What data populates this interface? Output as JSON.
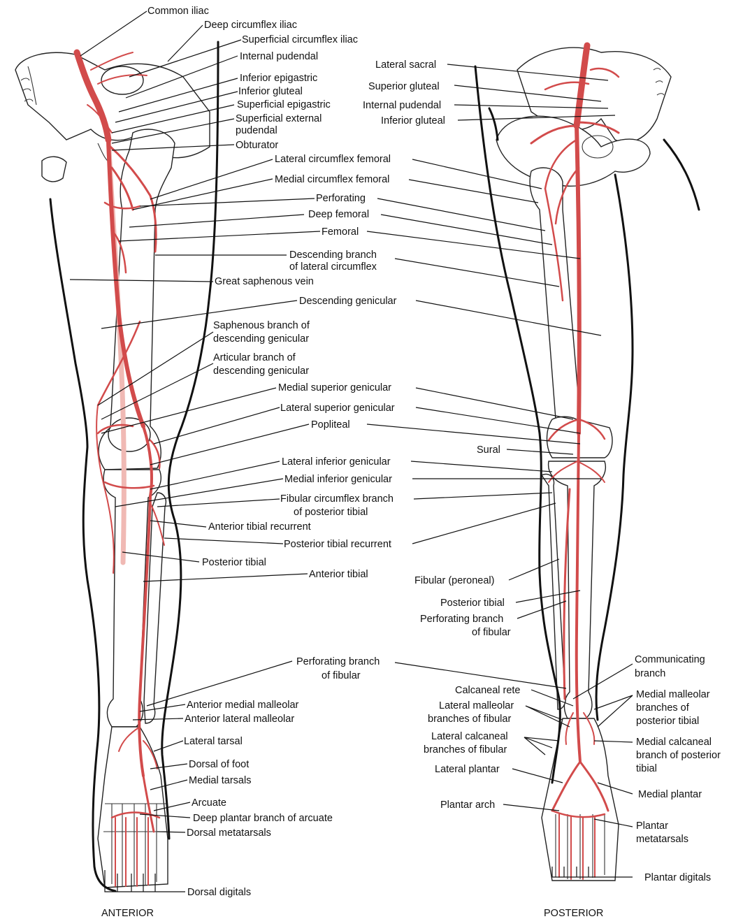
{
  "colors": {
    "artery": "#d24b4b",
    "vein": "#f0b9b4",
    "ink": "#111111"
  },
  "views": {
    "anterior": "ANTERIOR",
    "posterior": "POSTERIOR"
  },
  "anterior_labels": {
    "common_iliac": "Common iliac",
    "deep_circumflex_iliac": "Deep circumflex iliac",
    "superficial_circumflex_iliac": "Superficial circumflex iliac",
    "internal_pudendal": "Internal pudendal",
    "inferior_epigastric": "Inferior epigastric",
    "inferior_gluteal": "Inferior gluteal",
    "superficial_epigastric": "Superficial epigastric",
    "superficial_external_pudendal_1": "Superficial external",
    "superficial_external_pudendal_2": "pudendal",
    "obturator": "Obturator",
    "lateral_circumflex_femoral": "Lateral circumflex femoral",
    "medial_circumflex_femoral": "Medial circumflex femoral",
    "perforating": "Perforating",
    "deep_femoral": "Deep femoral",
    "femoral": "Femoral",
    "descending_branch_1": "Descending branch",
    "descending_branch_2": "of lateral circumflex",
    "great_saphenous_vein": "Great saphenous vein",
    "descending_genicular": "Descending genicular",
    "saphenous_branch_1": "Saphenous branch of",
    "saphenous_branch_2": "descending genicular",
    "articular_branch_1": "Articular branch of",
    "articular_branch_2": "descending genicular",
    "medial_superior_genicular": "Medial superior genicular",
    "lateral_superior_genicular": "Lateral superior genicular",
    "popliteal": "Popliteal",
    "lateral_inferior_genicular": "Lateral inferior genicular",
    "medial_inferior_genicular": "Medial inferior genicular",
    "fibular_circumflex_1": "Fibular circumflex branch",
    "fibular_circumflex_2": "of posterior tibial",
    "anterior_tibial_recurrent": "Anterior tibial recurrent",
    "posterior_tibial_recurrent": "Posterior tibial recurrent",
    "posterior_tibial": "Posterior tibial",
    "anterior_tibial": "Anterior tibial",
    "perforating_branch_fibular_1": "Perforating branch",
    "perforating_branch_fibular_2": "of fibular",
    "anterior_medial_malleolar": "Anterior medial malleolar",
    "anterior_lateral_malleolar": "Anterior lateral malleolar",
    "lateral_tarsal": "Lateral tarsal",
    "dorsal_of_foot": "Dorsal of foot",
    "medial_tarsals": "Medial tarsals",
    "arcuate": "Arcuate",
    "deep_plantar_branch": "Deep plantar branch of arcuate",
    "dorsal_metatarsals": "Dorsal metatarsals",
    "dorsal_digitals": "Dorsal digitals"
  },
  "posterior_labels": {
    "lateral_sacral": "Lateral sacral",
    "superior_gluteal": "Superior gluteal",
    "internal_pudendal": "Internal pudendal",
    "inferior_gluteal": "Inferior gluteal",
    "sural": "Sural",
    "fibular_peroneal": "Fibular (peroneal)",
    "posterior_tibial": "Posterior tibial",
    "perforating_branch_1": "Perforating branch",
    "perforating_branch_2": "of fibular",
    "communicating_1": "Communicating",
    "communicating_2": "branch",
    "calcaneal_rete": "Calcaneal rete",
    "lateral_malleolar_1": "Lateral malleolar",
    "lateral_malleolar_2": "branches of fibular",
    "medial_malleolar_1": "Medial malleolar",
    "medial_malleolar_2": "branches of",
    "medial_malleolar_3": "posterior tibial",
    "lateral_calcaneal_1": "Lateral calcaneal",
    "lateral_calcaneal_2": "branches of fibular",
    "medial_calcaneal_1": "Medial calcaneal",
    "medial_calcaneal_2": "branch of posterior",
    "medial_calcaneal_3": "tibial",
    "lateral_plantar": "Lateral plantar",
    "medial_plantar": "Medial plantar",
    "plantar_arch": "Plantar arch",
    "plantar_metatarsals_1": "Plantar",
    "plantar_metatarsals_2": "metatarsals",
    "plantar_digitals": "Plantar digitals"
  }
}
